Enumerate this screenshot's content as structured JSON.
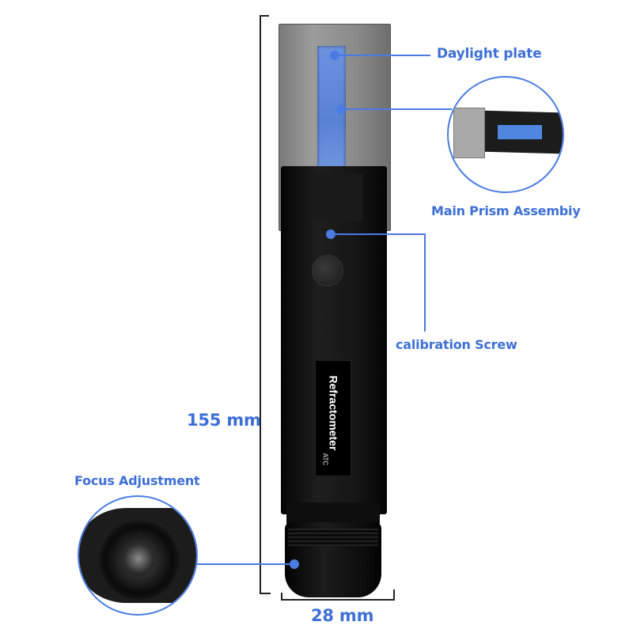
{
  "product": {
    "name": "Refractometer",
    "subtitle": "ATC"
  },
  "callouts": {
    "daylight_plate": "Daylight plate",
    "main_prism": "Main Prism Assembiy",
    "calibration_screw": "calibration Screw",
    "focus_adjustment": "Focus Adjustment"
  },
  "dimensions": {
    "height": "155 mm",
    "width": "28 mm"
  },
  "colors": {
    "accent": "#4a7be3",
    "label": "#3d6fd6",
    "body": "#111111",
    "metal": "#8e8e8e",
    "prism": "#5b86d9"
  }
}
